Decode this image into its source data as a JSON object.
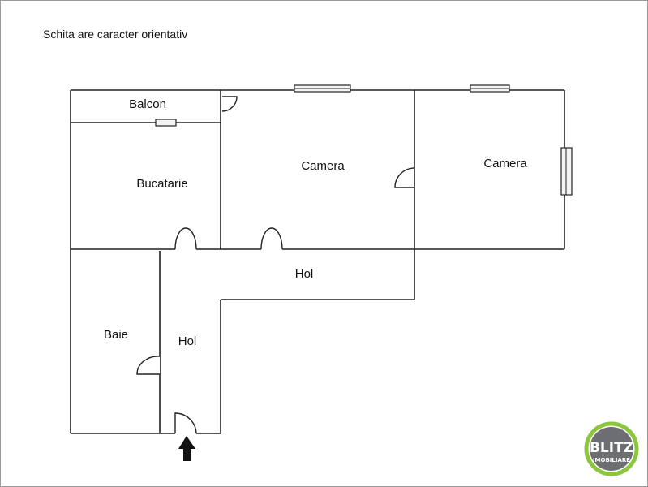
{
  "note": "Schita are caracter orientativ",
  "rooms": {
    "balcon": "Balcon",
    "bucatarie": "Bucatarie",
    "camera1": "Camera",
    "camera2": "Camera",
    "hol_main": "Hol",
    "baie": "Baie",
    "hol_entry": "Hol"
  },
  "logo": {
    "line1": "BLITZ",
    "line2": "IMOBILIARE",
    "ring_color": "#8cc63f",
    "badge_color": "#6d6e71"
  }
}
